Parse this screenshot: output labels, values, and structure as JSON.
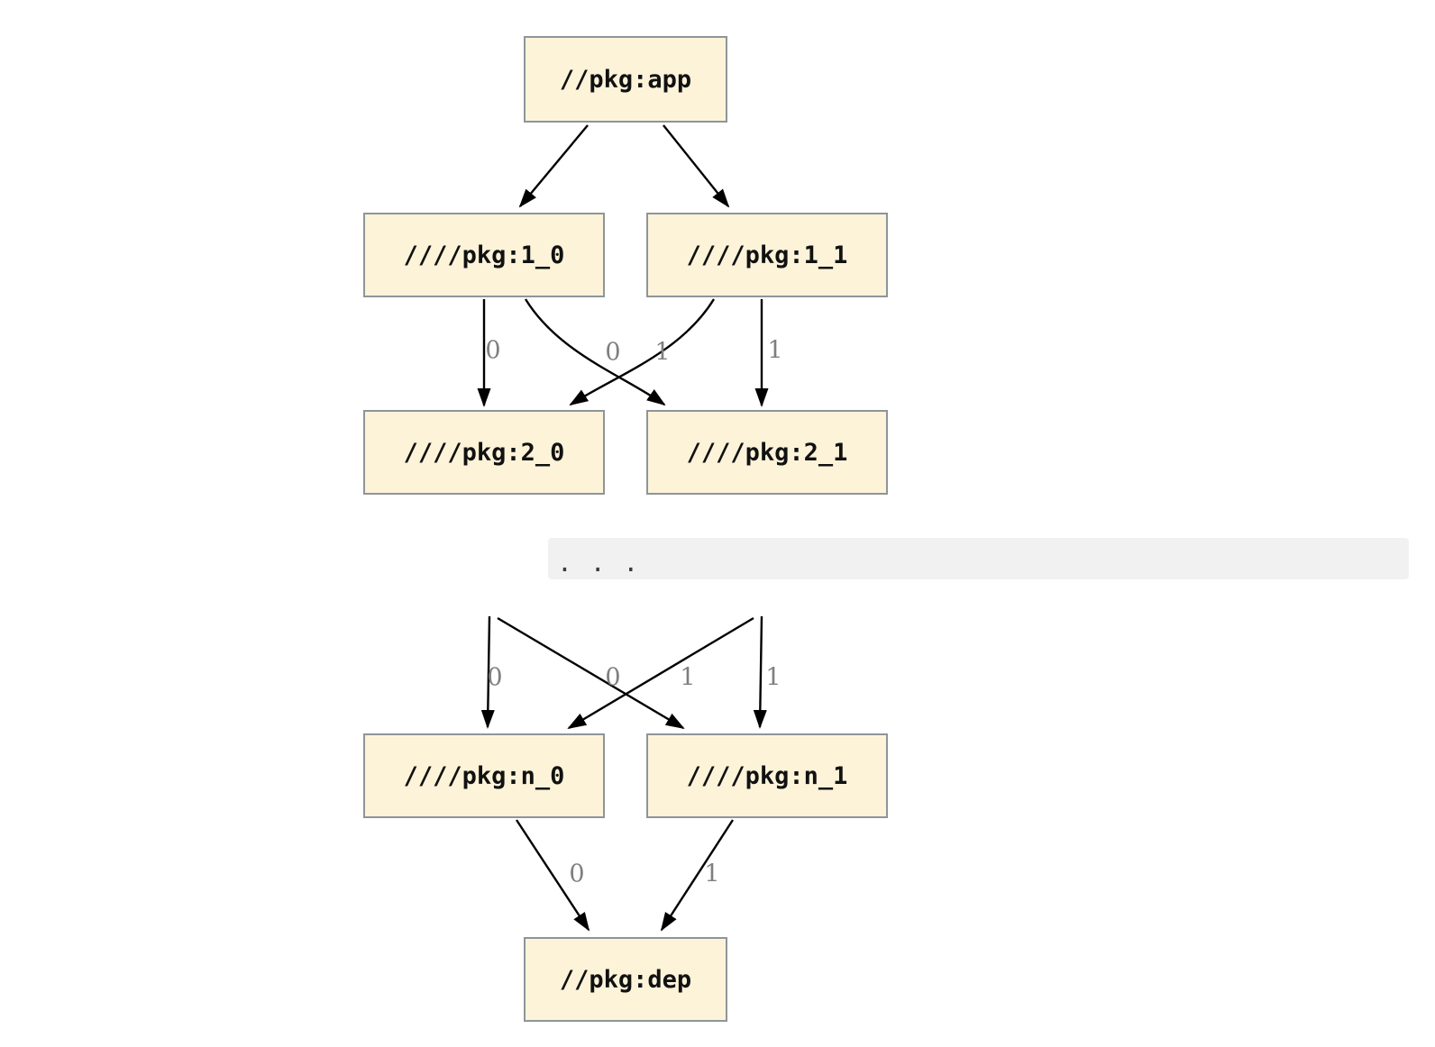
{
  "graph": {
    "title_hint": "package dependency graph",
    "nodes": {
      "app": "//pkg:app",
      "l1_0": "////pkg:1_0",
      "l1_1": "////pkg:1_1",
      "l2_0": "////pkg:2_0",
      "l2_1": "////pkg:2_1",
      "ln_0": "////pkg:n_0",
      "ln_1": "////pkg:n_1",
      "dep": "//pkg:dep"
    },
    "edge_labels": {
      "row1": [
        "0",
        "0",
        "1",
        "1"
      ],
      "row2": [
        "0",
        "0",
        "1",
        "1"
      ],
      "row3": [
        "0",
        "1"
      ]
    },
    "ellipsis": ". . .",
    "colors": {
      "node_fill": "#fcf3d9",
      "node_border": "#8e959a",
      "edge": "#000000",
      "edge_label": "#7f7f7f",
      "band_fill": "#f1f1f1"
    }
  }
}
